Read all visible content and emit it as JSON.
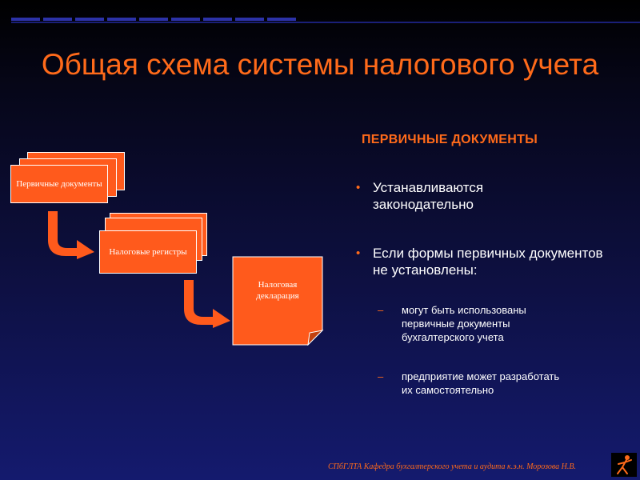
{
  "slide": {
    "title": "Общая схема системы налогового учета"
  },
  "diagram": {
    "nodes": [
      {
        "id": "primary",
        "label": "Первичные документы"
      },
      {
        "id": "registers",
        "label": "Налоговые регистры"
      },
      {
        "id": "declaration",
        "label": "Налоговая декларация"
      }
    ],
    "edges": [
      {
        "from": "primary",
        "to": "registers"
      },
      {
        "from": "registers",
        "to": "declaration"
      }
    ]
  },
  "panel": {
    "title": "ПЕРВИЧНЫЕ ДОКУМЕНТЫ",
    "bullets": [
      "Устанавливаются законодательно",
      "Если формы первичных документов не установлены:"
    ],
    "sub_bullets": [
      "могут быть использованы первичные документы бухгалтерского учета",
      "предприятие может разработать их самостоятельно"
    ]
  },
  "footer": {
    "text": "СПбГЛТА Кафедра бухгалтерского учета и аудита  к.э.н. Морозова Н.В."
  },
  "colors": {
    "accent": "#ff6a1a",
    "shape_fill": "#ff5a1c",
    "top_bar": "#2c32a8"
  },
  "icons": {
    "logo": "dancer-figure-logo",
    "arrow": "curved-down-right-arrow"
  }
}
